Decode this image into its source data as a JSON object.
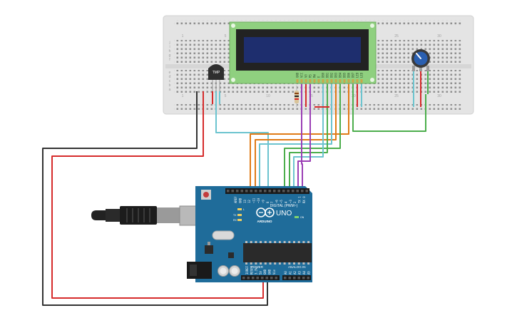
{
  "breadboard": {
    "column_labels": [
      "1",
      "5",
      "10",
      "15",
      "20",
      "25",
      "30"
    ],
    "row_labels_top": [
      "j",
      "i",
      "h",
      "g",
      "f"
    ],
    "row_labels_bottom": [
      "e",
      "d",
      "c",
      "b",
      "a"
    ]
  },
  "temp_sensor": {
    "label": "TMP"
  },
  "lcd": {
    "pins": [
      "GND",
      "VCC",
      "V0",
      "RS",
      "RW",
      "E",
      "DB0",
      "DB1",
      "DB2",
      "DB3",
      "DB4",
      "DB5",
      "DB6",
      "DB7",
      "LED",
      "LED"
    ]
  },
  "arduino": {
    "brand": "ARDUINO",
    "model": "UNO",
    "digital_header": "DIGITAL (PWM~)",
    "power_header": "POWER",
    "analog_header": "ANALOG IN",
    "on_label": "ON",
    "tx_label": "TX",
    "rx_label": "RX",
    "l_label": "L",
    "digital_pins": [
      "AREF",
      "GND",
      "13",
      "12",
      "~11",
      "~10",
      "~9",
      "8",
      "7",
      "~6",
      "~5",
      "4",
      "~3",
      "2",
      "TX 1",
      "RX 0"
    ],
    "power_pins": [
      "IOREF",
      "RESET",
      "3.3V",
      "5V",
      "GND",
      "GND",
      "Vin"
    ],
    "analog_pins": [
      "A0",
      "A1",
      "A2",
      "A3",
      "A4",
      "A5"
    ]
  },
  "colors": {
    "wire_black": "#333333",
    "wire_red": "#d62b2b",
    "wire_cyan": "#6cc4cf",
    "wire_orange": "#e07b17",
    "wire_green": "#4cae4c",
    "wire_purple": "#9b3fb5",
    "board_blue": "#1f6c9a",
    "lcd_green": "#8fd07f"
  }
}
